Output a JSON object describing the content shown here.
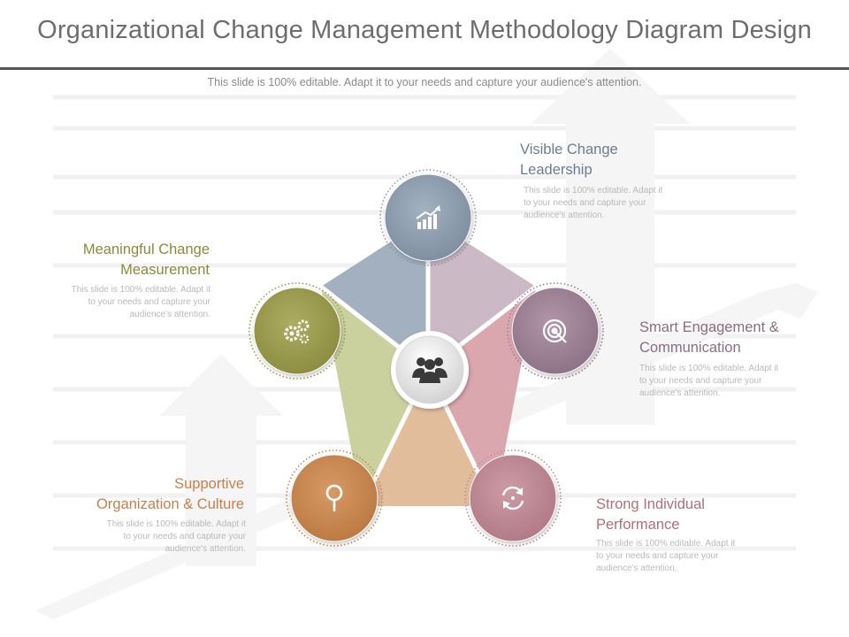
{
  "title": "Organizational Change Management Methodology Diagram Design",
  "subtitle": "This slide is 100% editable. Adapt it to your needs and capture your audience's attention.",
  "colors": {
    "slate": "#8c9cad",
    "mauve": "#9c8094",
    "rose": "#be8a95",
    "copper": "#c8874e",
    "olive": "#9a9a4e"
  },
  "center": {
    "icon": "people-group-icon"
  },
  "items": [
    {
      "id": "visible",
      "title_line1": "Visible Change",
      "title_line2": "Leadership",
      "desc_line1": "This slide is 100% editable. Adapt it",
      "desc_line2": "to your needs and capture your",
      "desc_line3": "audience's attention.",
      "icon": "growth-chart-icon",
      "color": "#8c9cad"
    },
    {
      "id": "smart",
      "title_line1": "Smart Engagement &",
      "title_line2": "Communication",
      "desc_line1": "This slide is 100% editable. Adapt it",
      "desc_line2": "to your needs and capture your",
      "desc_line3": "audience's attention.",
      "icon": "target-icon",
      "color": "#9c8094"
    },
    {
      "id": "strong",
      "title_line1": "Strong Individual",
      "title_line2": "Performance",
      "desc_line1": "This slide is 100% editable. Adapt it",
      "desc_line2": "to your needs and capture your",
      "desc_line3": "audience's attention.",
      "icon": "refresh-icon",
      "color": "#be8a95"
    },
    {
      "id": "supportive",
      "title_line1": "Supportive",
      "title_line2": "Organization & Culture",
      "desc_line1": "This slide is 100% editable. Adapt it",
      "desc_line2": "to your needs and capture your",
      "desc_line3": "audience's attention.",
      "icon": "magnifier-icon",
      "color": "#c8874e"
    },
    {
      "id": "meaningful",
      "title_line1": "Meaningful Change",
      "title_line2": "Measurement",
      "desc_line1": "This slide is 100% editable. Adapt it",
      "desc_line2": "to your needs and capture your",
      "desc_line3": "audience's attention.",
      "icon": "gears-icon",
      "color": "#9a9a4e"
    }
  ]
}
